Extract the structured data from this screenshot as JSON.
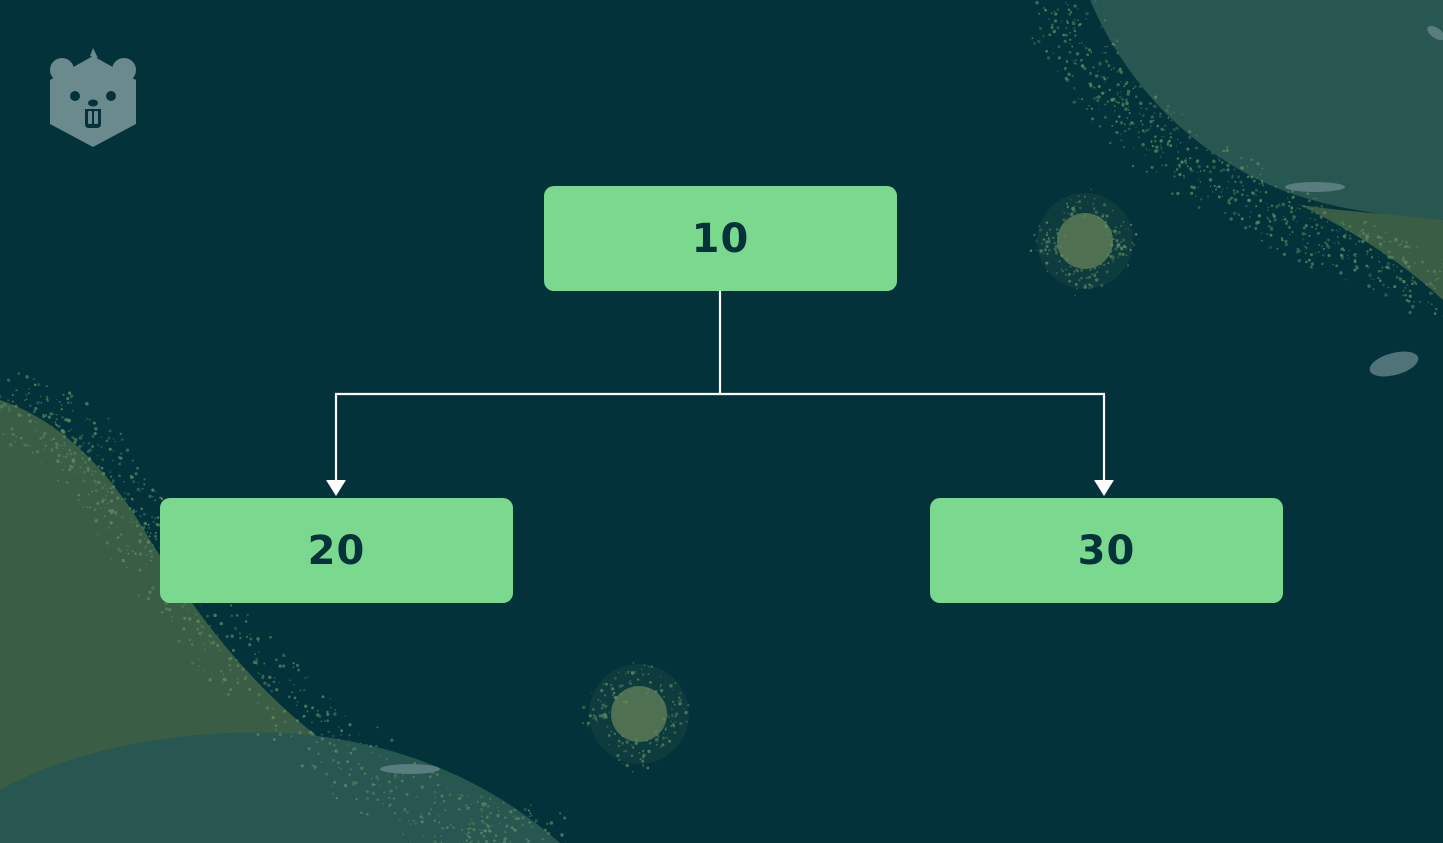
{
  "colors": {
    "background": "#03323a",
    "node_fill": "#7ad98f",
    "node_text": "#06333b",
    "edge": "#ffffff",
    "blob_dark_teal": "#285650",
    "blob_olive": "#3a5e45",
    "speckle": "#5f8a66",
    "dot": "#4f7051",
    "logo": "#6a8a8e"
  },
  "logo": {
    "icon": "beaver-icon"
  },
  "tree": {
    "root": {
      "label": "10"
    },
    "left": {
      "label": "20"
    },
    "right": {
      "label": "30"
    }
  }
}
